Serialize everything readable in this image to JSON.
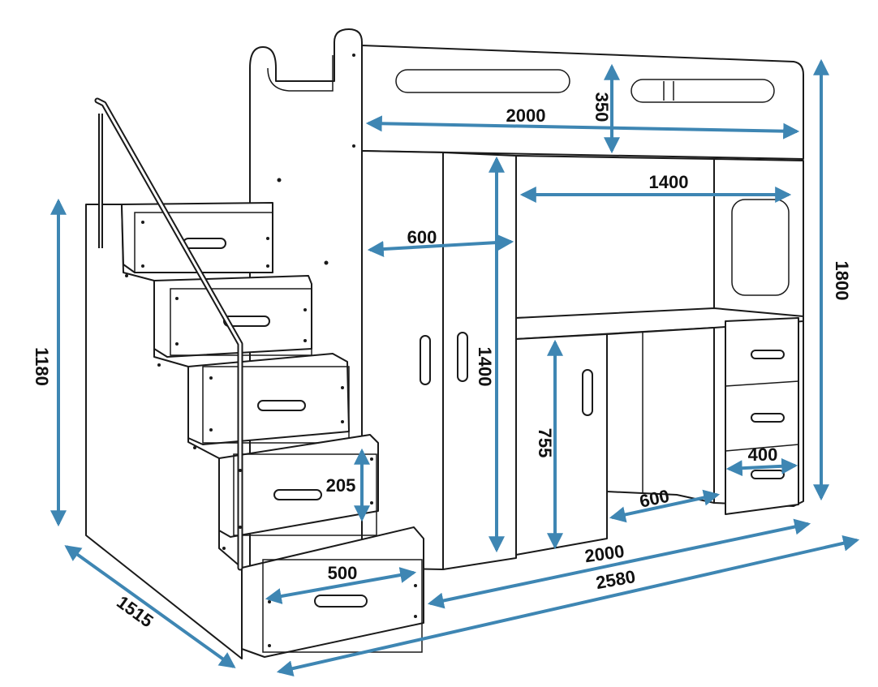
{
  "colors": {
    "dimension_arrow": "#3e86b3",
    "outline": "#1a1a1a",
    "background": "#ffffff"
  },
  "dimensions": {
    "d2000_top": "2000",
    "d350": "350",
    "d1400_desk": "1400",
    "d600_wardrobe": "600",
    "d1800": "1800",
    "d1180": "1180",
    "d1400_height": "1400",
    "d755": "755",
    "d400": "400",
    "d600_desk": "600",
    "d205": "205",
    "d500": "500",
    "d2000_bottom": "2000",
    "d2580": "2580",
    "d1515": "1515"
  }
}
